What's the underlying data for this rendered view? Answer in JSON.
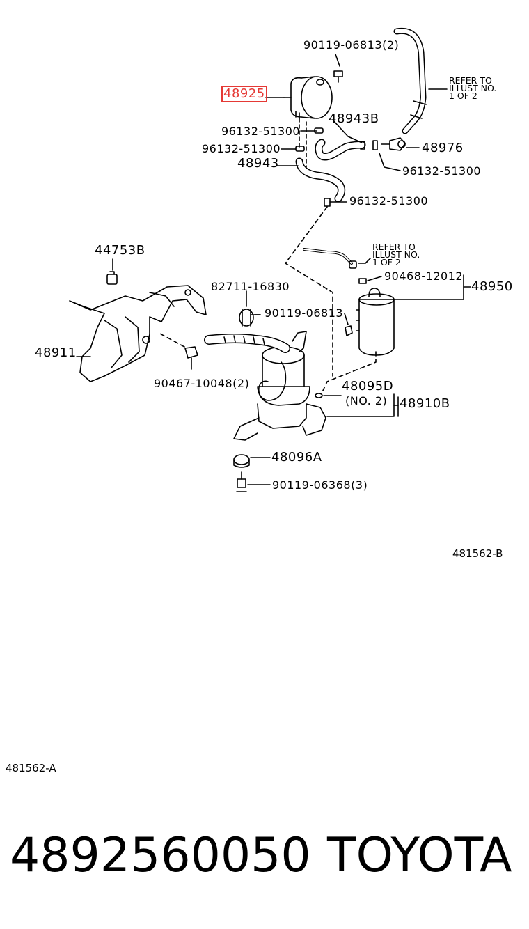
{
  "diagram": {
    "highlighted_part": "48925",
    "labels": {
      "p90119_06813_2": "90119-06813(2)",
      "refer1": "REFER TO\nILLUST NO.\n1 OF 2",
      "p48943B": "48943B",
      "p96132_a": "96132-51300",
      "p96132_b": "96132-51300",
      "p48976": "48976",
      "p48943": "48943",
      "p96132_c": "96132-51300",
      "p96132_d": "96132-51300",
      "p44753B": "44753B",
      "refer2": "REFER TO\nILLUST NO.\n1 OF 2",
      "p90468": "90468-12012",
      "p48950": "48950",
      "p82711": "82711-16830",
      "p90119_06813": "90119-06813",
      "p48911": "48911",
      "p90467": "90467-10048(2)",
      "p48095D": "48095D",
      "no2": "(NO. 2)",
      "p48910B": "48910B",
      "p48096A": "48096A",
      "p90119_06368": "90119-06368(3)",
      "code_b": "481562-B",
      "code_a": "481562-A"
    }
  },
  "footer": {
    "part_number": "4892560050",
    "brand": "TOYOTA"
  }
}
